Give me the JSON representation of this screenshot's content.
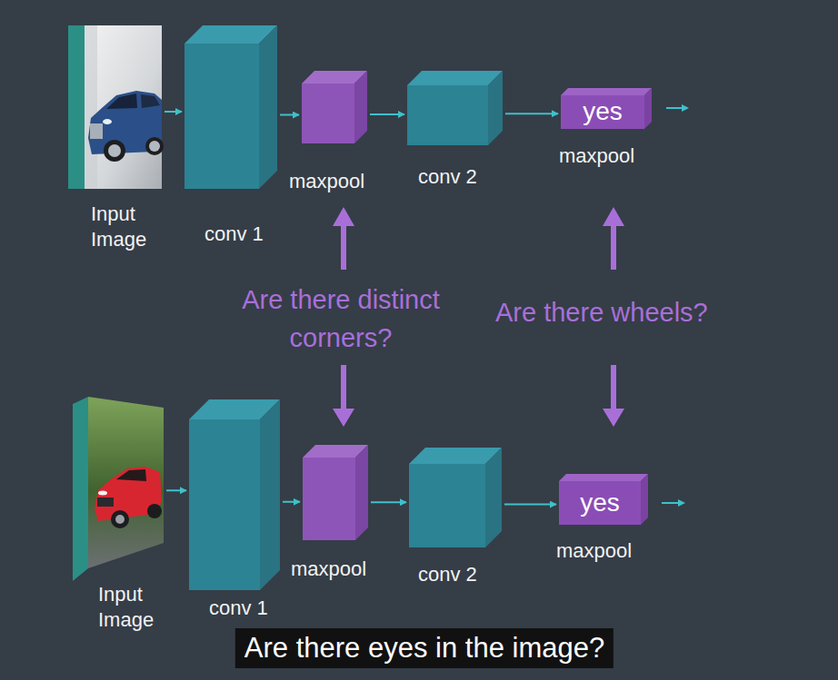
{
  "diagram": {
    "caption": "Are there eyes in the image?",
    "nodes": [
      {
        "text": [
          "Input Image"
        ]
      },
      {
        "text": [
          "conv 1"
        ]
      },
      {
        "text": [
          "maxpool"
        ]
      },
      {
        "text": [
          "conv 2"
        ]
      },
      {
        "text": [
          "yes",
          "maxpool"
        ]
      },
      {
        "text": [
          "Input Image"
        ]
      },
      {
        "text": [
          "conv 1"
        ]
      },
      {
        "text": [
          "maxpool"
        ]
      },
      {
        "text": [
          "conv 2"
        ]
      },
      {
        "text": [
          "yes",
          "maxpool"
        ]
      }
    ],
    "edges": [
      {
        "from": 0,
        "to": 1,
        "arrow": "to"
      },
      {
        "from": 1,
        "to": 2,
        "arrow": "to"
      },
      {
        "from": 2,
        "to": 3,
        "arrow": "to"
      },
      {
        "from": 3,
        "to": 4,
        "arrow": "to"
      },
      {
        "from": 5,
        "to": 6,
        "arrow": "to"
      },
      {
        "from": 6,
        "to": 7,
        "arrow": "to"
      },
      {
        "from": 7,
        "to": 8,
        "arrow": "to"
      },
      {
        "from": 8,
        "to": 9,
        "arrow": "to"
      }
    ],
    "labels": [
      "Are there distinct corners?",
      "Are there wheels?"
    ]
  }
}
